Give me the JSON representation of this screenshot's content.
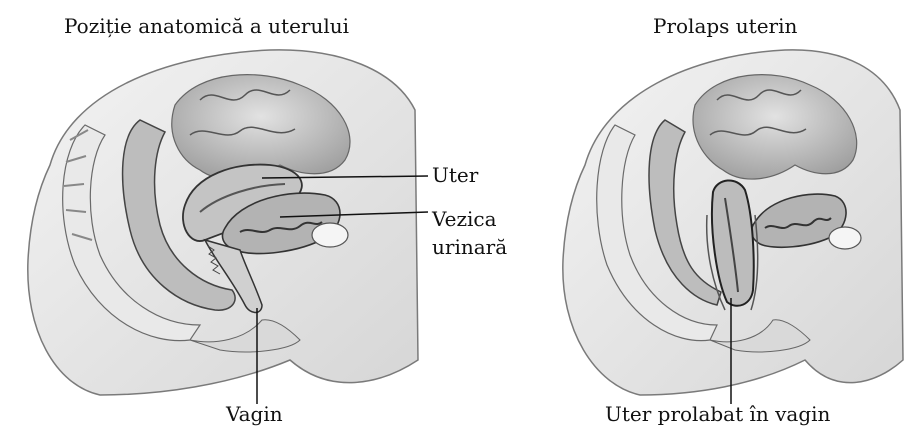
{
  "left": {
    "title": "Poziție anatomică a uterului",
    "labels": {
      "uter": "Uter",
      "vezica_line1": "Vezica",
      "vezica_line2": "urinară",
      "vagin": "Vagin"
    }
  },
  "right": {
    "title": "Prolaps uterin",
    "labels": {
      "uter_prolabat": "Uter prolabat în vagin"
    }
  }
}
